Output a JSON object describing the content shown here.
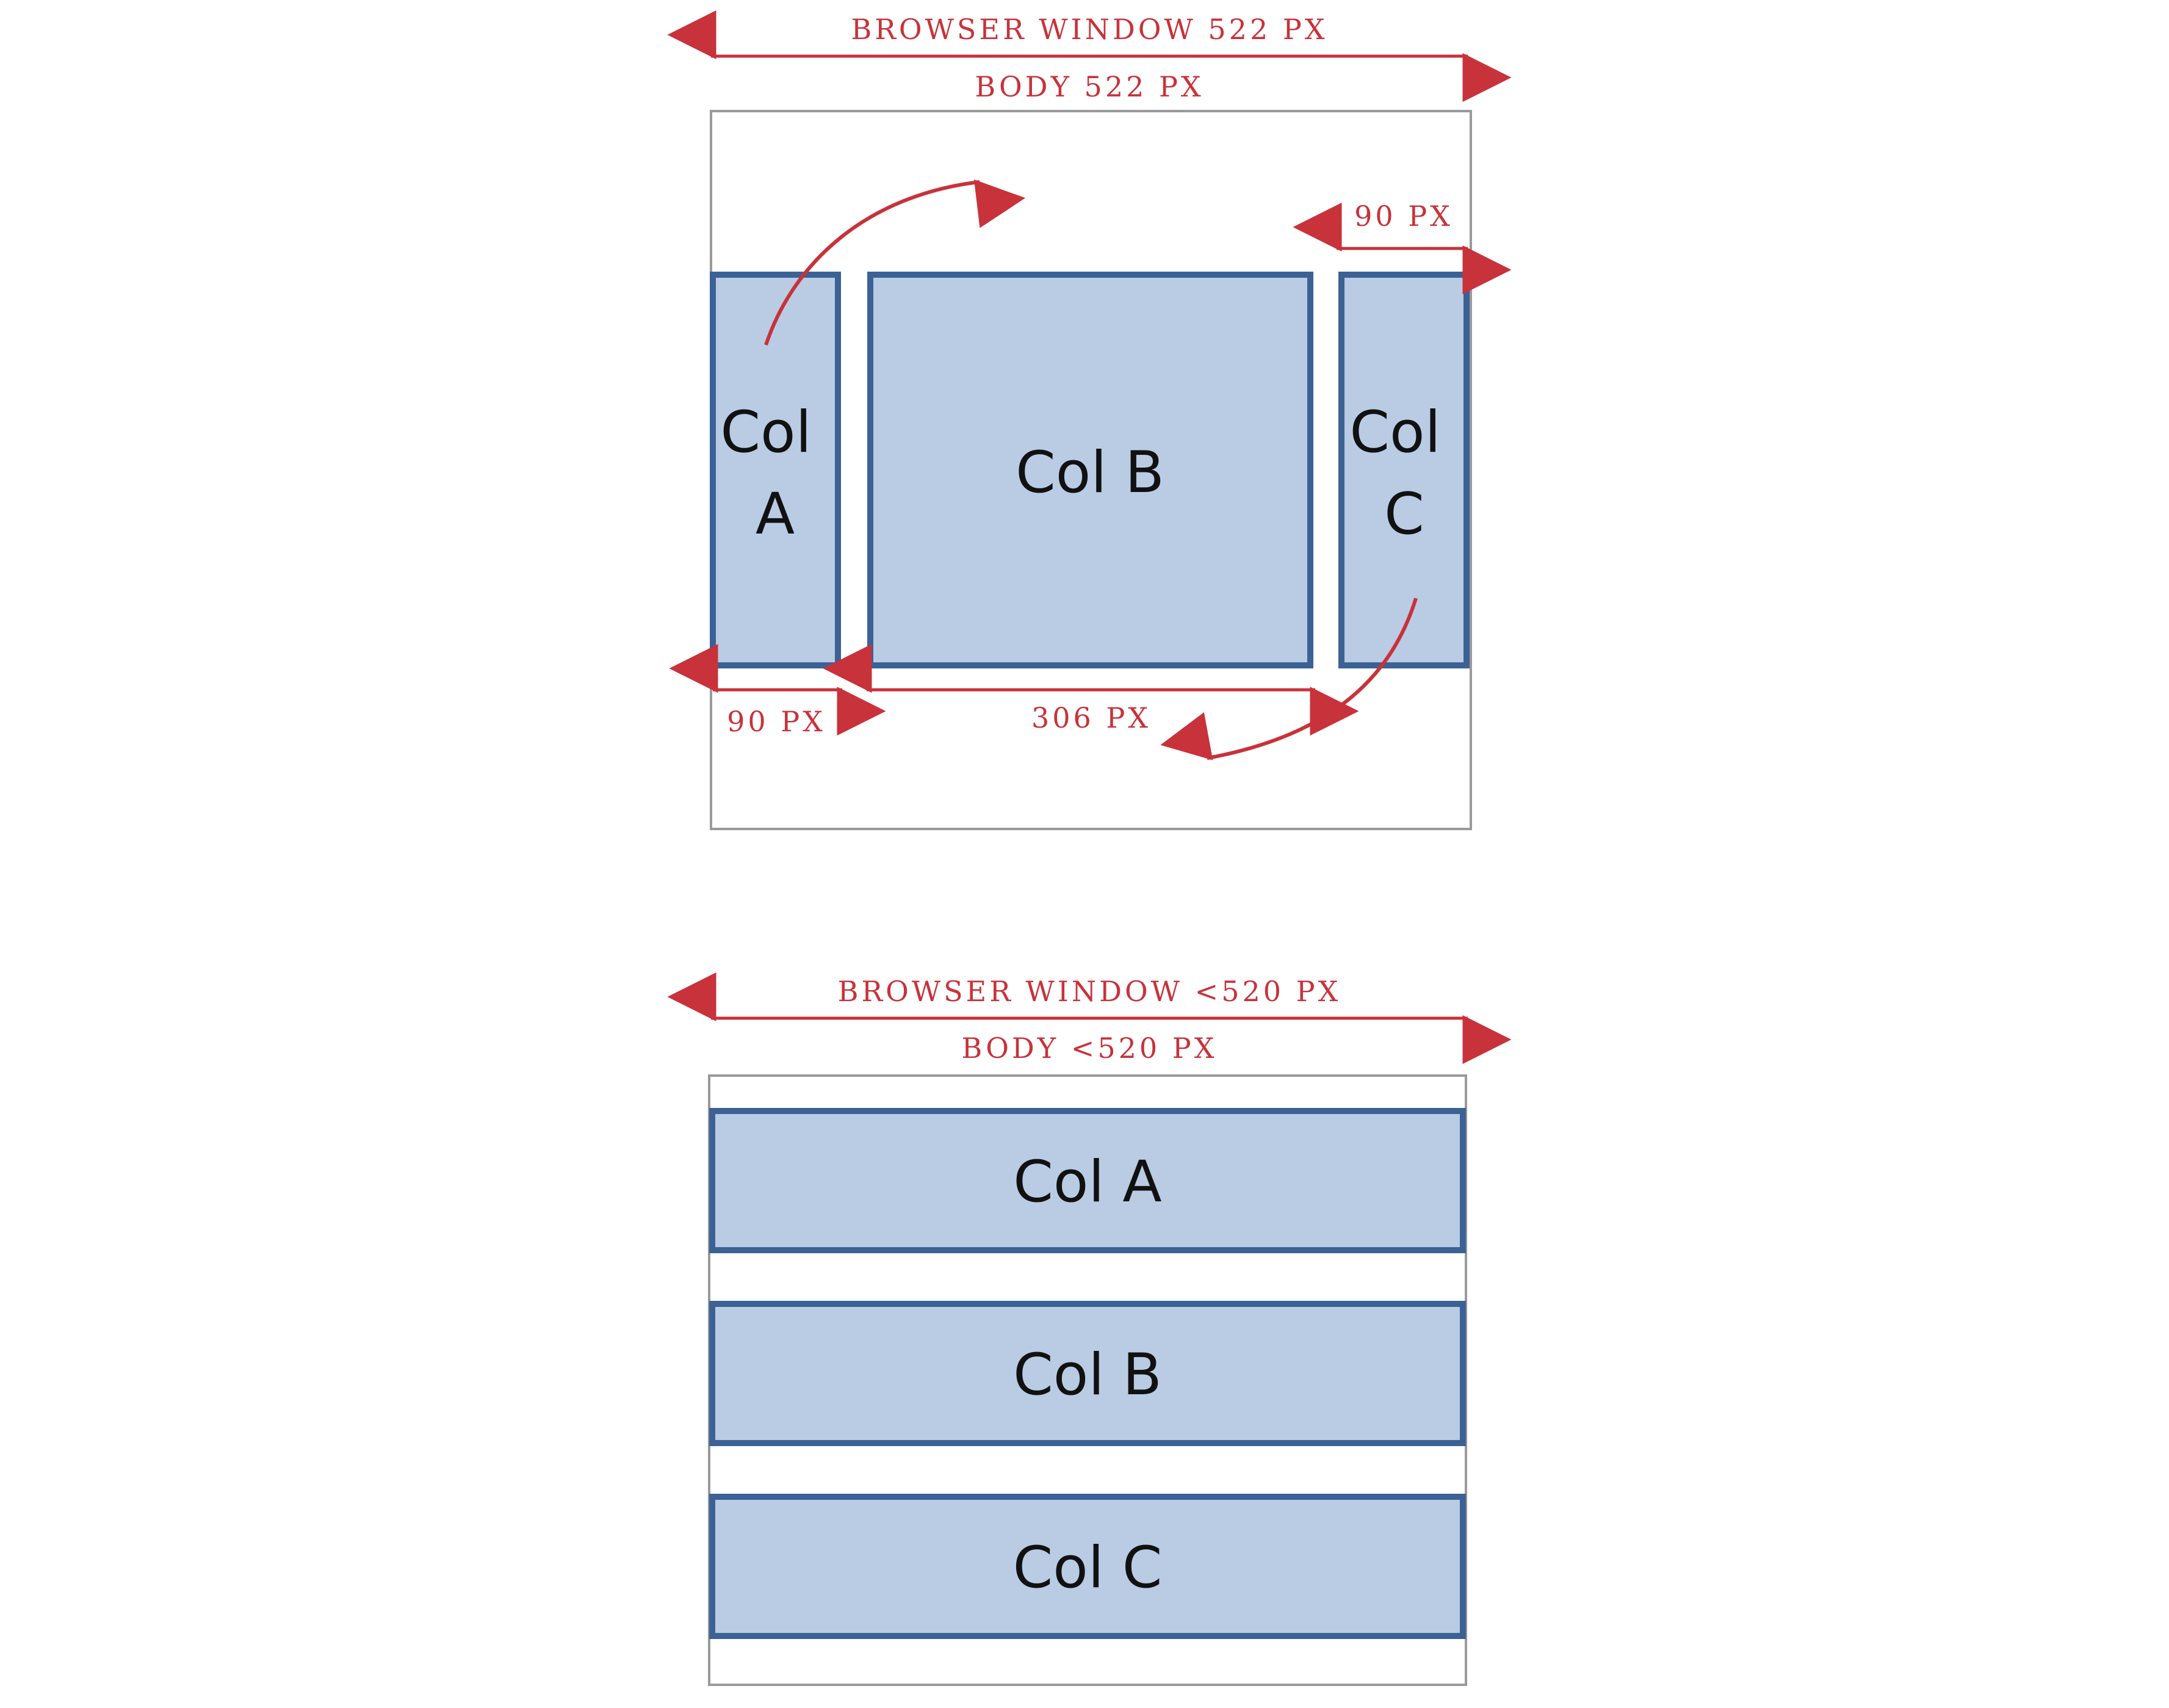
{
  "colors": {
    "accent_red": "#c8323a",
    "box_fill": "#b9cce4",
    "box_stroke": "#3b6195",
    "frame_stroke": "#9a9a9a"
  },
  "wide_layout": {
    "browser_label": "BROWSER WINDOW 522 PX",
    "body_label": "BODY 522 PX",
    "col_a_width": "90 PX",
    "col_b_width": "306 PX",
    "col_c_width": "90 PX",
    "col_a_line1": "Col",
    "col_a_line2": "A",
    "col_b_label": "Col B",
    "col_c_line1": "Col",
    "col_c_line2": "C"
  },
  "narrow_layout": {
    "browser_label": "BROWSER WINDOW <520 PX",
    "body_label": "BODY <520 PX",
    "col_a_label": "Col A",
    "col_b_label": "Col B",
    "col_c_label": "Col C"
  }
}
